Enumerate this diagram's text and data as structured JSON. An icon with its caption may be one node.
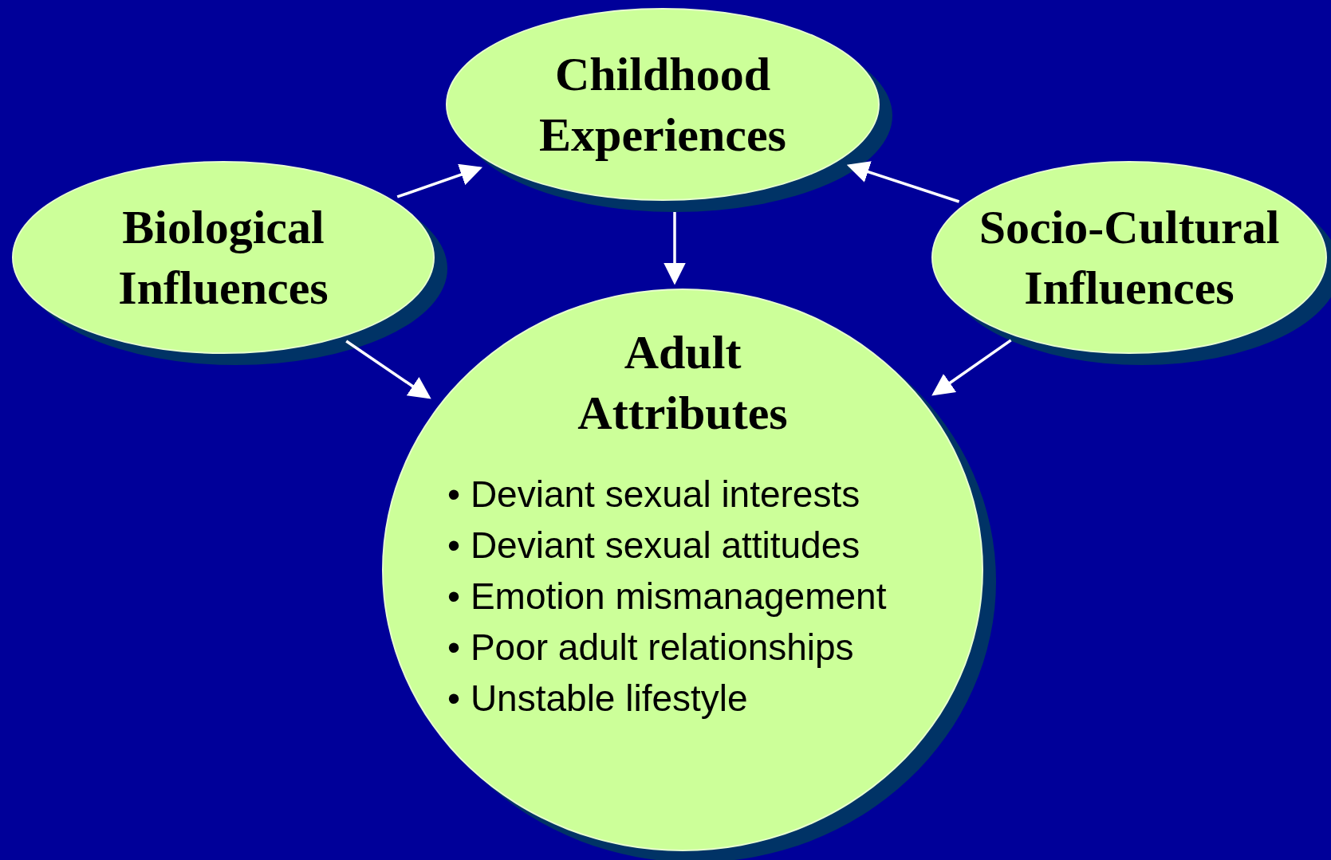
{
  "diagram": {
    "nodes": [
      {
        "text": [
          "Childhood Experiences"
        ]
      },
      {
        "text": [
          "Biological Influences"
        ]
      },
      {
        "text": [
          "Socio-Cultural Influences"
        ]
      },
      {
        "text": [
          "Adult Attributes",
          "• Deviant sexual interests",
          "• Deviant sexual attitudes",
          "• Emotion mismanagement",
          "• Poor adult relationships",
          "• Unstable lifestyle"
        ]
      }
    ],
    "edges": [
      {
        "from": 1,
        "to": 0,
        "arrow": "to"
      },
      {
        "from": 0,
        "to": 3,
        "arrow": "to"
      },
      {
        "from": 2,
        "to": 0,
        "arrow": "to"
      },
      {
        "from": 1,
        "to": 3,
        "arrow": "to"
      },
      {
        "from": 2,
        "to": 3,
        "arrow": "to"
      }
    ]
  }
}
